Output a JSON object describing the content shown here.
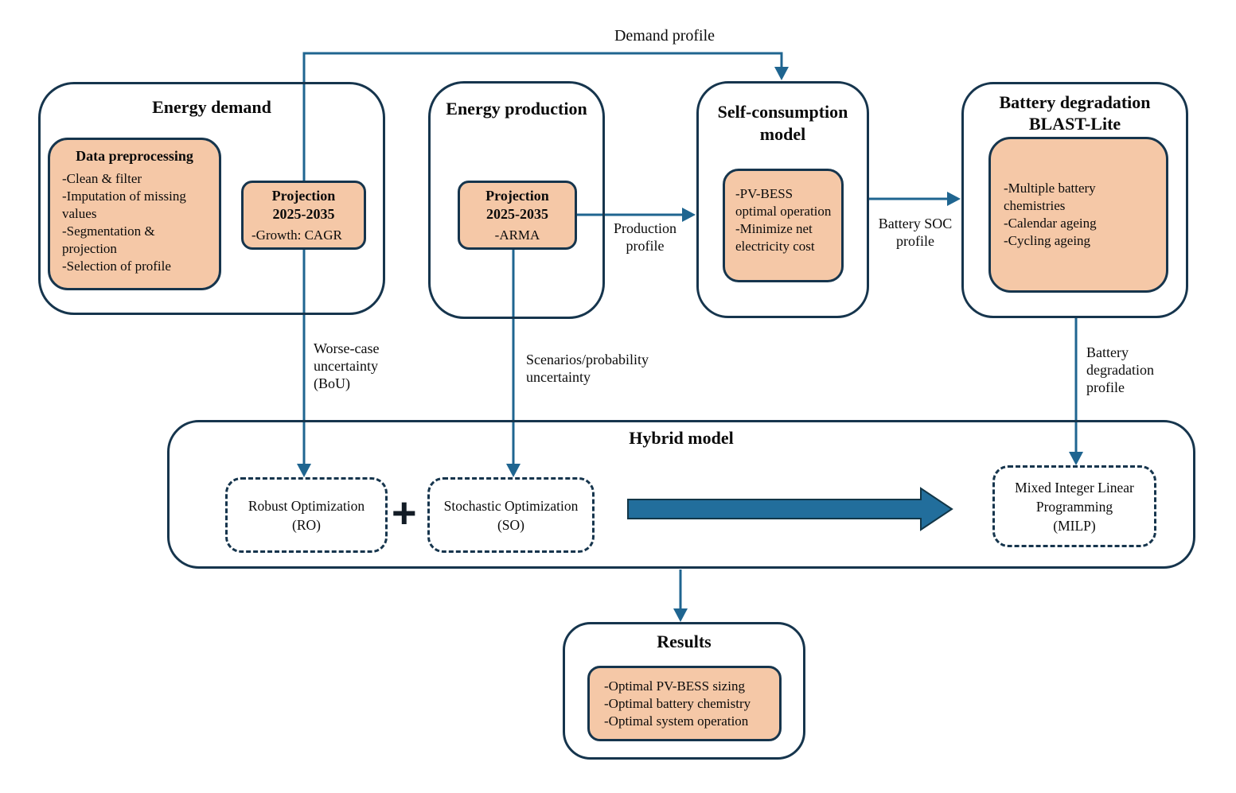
{
  "colors": {
    "box_border": "#16354d",
    "arrow": "#1f6590",
    "block_arrow_fill": "#226e9c",
    "peach_fill": "#f5c8a7",
    "text": "#0b0b0b"
  },
  "nodes": {
    "energy_demand": {
      "title": "Energy demand",
      "data_preprocessing": {
        "title": "Data preprocessing",
        "items": [
          "-Clean & filter",
          "-Imputation of missing values",
          "-Segmentation & projection",
          "-Selection of profile"
        ]
      },
      "projection": {
        "title_line1": "Projection",
        "title_line2": "2025-2035",
        "item": "-Growth: CAGR"
      }
    },
    "energy_production": {
      "title": "Energy production",
      "projection": {
        "title_line1": "Projection",
        "title_line2": "2025-2035",
        "item": "-ARMA"
      }
    },
    "self_consumption": {
      "title_line1": "Self-consumption",
      "title_line2": "model",
      "items": [
        "-PV-BESS optimal operation",
        "-Minimize net electricity cost"
      ]
    },
    "battery_degradation": {
      "title_line1": "Battery degradation",
      "title_line2": "BLAST-Lite",
      "items": [
        "-Multiple battery chemistries",
        "-Calendar ageing",
        "-Cycling ageing"
      ]
    },
    "hybrid_model": {
      "title": "Hybrid model",
      "robust_optimization": {
        "line1": "Robust Optimization",
        "line2": "(RO)"
      },
      "plus_operator": "+",
      "stochastic_optimization": {
        "line1": "Stochastic Optimization",
        "line2": "(SO)"
      },
      "milp": {
        "line1": "Mixed Integer Linear",
        "line2": "Programming",
        "line3": "(MILP)"
      }
    },
    "results": {
      "title": "Results",
      "items": [
        "-Optimal PV-BESS sizing",
        "-Optimal battery chemistry",
        "-Optimal system operation"
      ]
    }
  },
  "edge_labels": {
    "demand_profile": "Demand profile",
    "production_profile": [
      "Production",
      "profile"
    ],
    "battery_soc": [
      "Battery SOC",
      "profile"
    ],
    "worse_case": [
      "Worse-case",
      "uncertainty",
      "(BoU)"
    ],
    "scenarios": [
      "Scenarios/probability",
      "uncertainty"
    ],
    "battery_degradation_profile": [
      "Battery",
      "degradation",
      "profile"
    ]
  }
}
